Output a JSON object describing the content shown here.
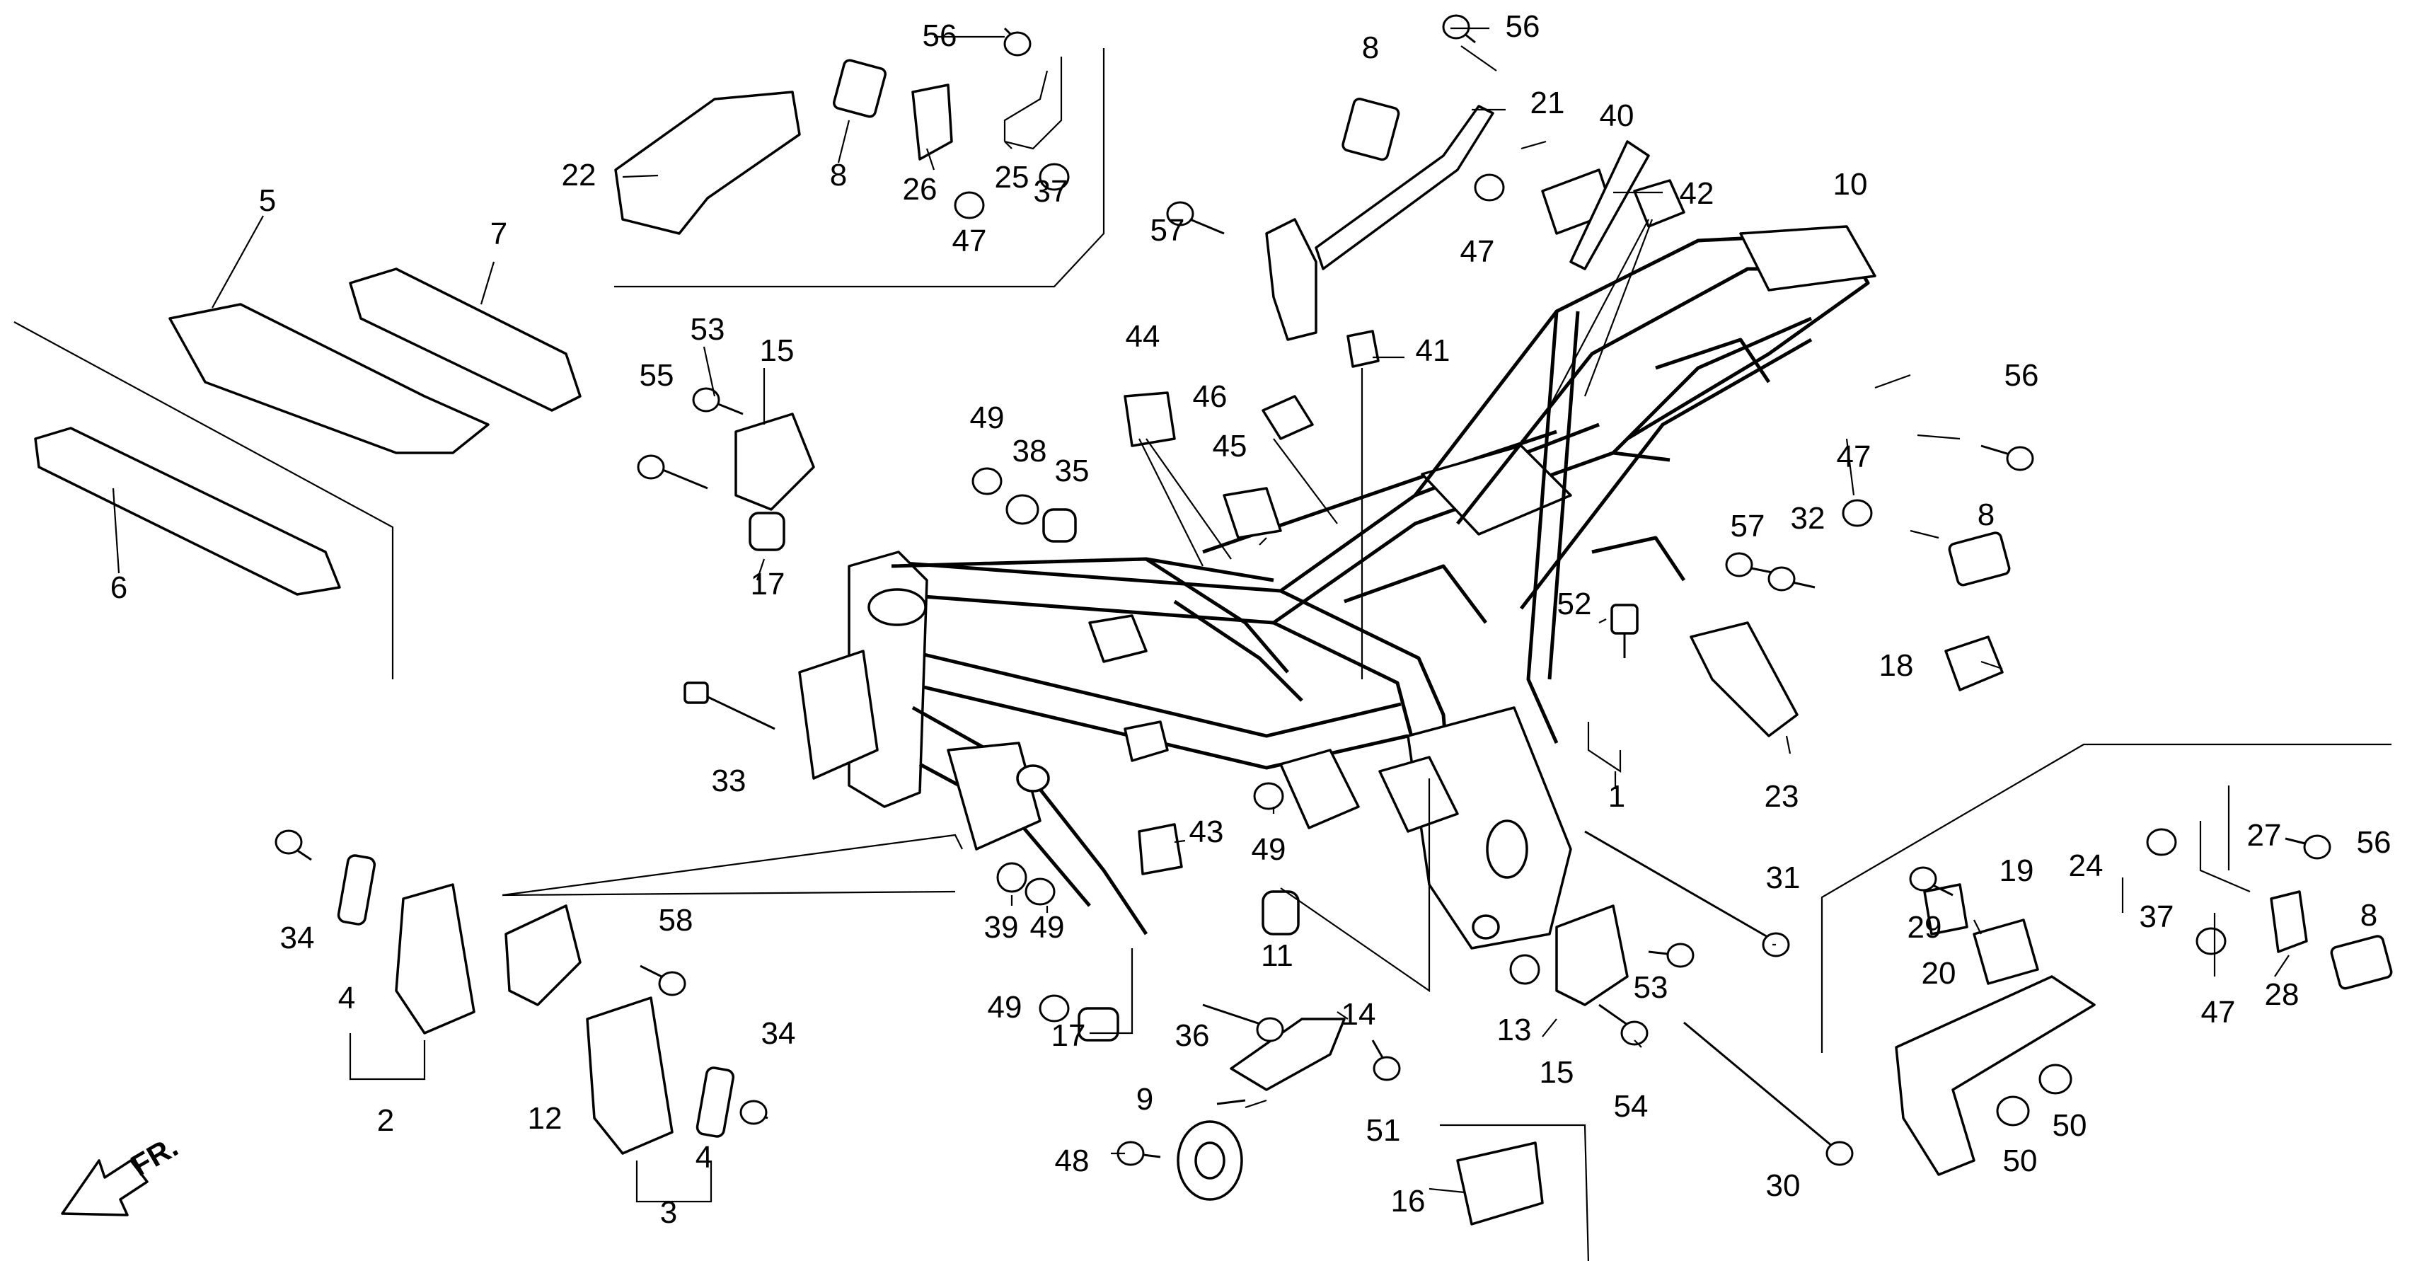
{
  "callouts": [
    {
      "id": "1",
      "text": "1"
    },
    {
      "id": "2",
      "text": "2"
    },
    {
      "id": "3",
      "text": "3"
    },
    {
      "id": "4a",
      "text": "4"
    },
    {
      "id": "4b",
      "text": "4"
    },
    {
      "id": "5",
      "text": "5"
    },
    {
      "id": "6",
      "text": "6"
    },
    {
      "id": "7",
      "text": "7"
    },
    {
      "id": "8a",
      "text": "8"
    },
    {
      "id": "8b",
      "text": "8"
    },
    {
      "id": "8c",
      "text": "8"
    },
    {
      "id": "8d",
      "text": "8"
    },
    {
      "id": "9",
      "text": "9"
    },
    {
      "id": "10",
      "text": "10"
    },
    {
      "id": "11",
      "text": "11"
    },
    {
      "id": "12",
      "text": "12"
    },
    {
      "id": "13",
      "text": "13"
    },
    {
      "id": "14",
      "text": "14"
    },
    {
      "id": "15a",
      "text": "15"
    },
    {
      "id": "15b",
      "text": "15"
    },
    {
      "id": "16",
      "text": "16"
    },
    {
      "id": "17a",
      "text": "17"
    },
    {
      "id": "17b",
      "text": "17"
    },
    {
      "id": "18",
      "text": "18"
    },
    {
      "id": "19",
      "text": "19"
    },
    {
      "id": "20",
      "text": "20"
    },
    {
      "id": "21",
      "text": "21"
    },
    {
      "id": "22",
      "text": "22"
    },
    {
      "id": "23",
      "text": "23"
    },
    {
      "id": "24",
      "text": "24"
    },
    {
      "id": "25",
      "text": "25"
    },
    {
      "id": "26",
      "text": "26"
    },
    {
      "id": "27",
      "text": "27"
    },
    {
      "id": "28",
      "text": "28"
    },
    {
      "id": "29",
      "text": "29"
    },
    {
      "id": "30",
      "text": "30"
    },
    {
      "id": "31",
      "text": "31"
    },
    {
      "id": "32",
      "text": "32"
    },
    {
      "id": "33",
      "text": "33"
    },
    {
      "id": "34a",
      "text": "34"
    },
    {
      "id": "34b",
      "text": "34"
    },
    {
      "id": "35",
      "text": "35"
    },
    {
      "id": "36",
      "text": "36"
    },
    {
      "id": "37a",
      "text": "37"
    },
    {
      "id": "37b",
      "text": "37"
    },
    {
      "id": "38",
      "text": "38"
    },
    {
      "id": "39",
      "text": "39"
    },
    {
      "id": "40",
      "text": "40"
    },
    {
      "id": "41",
      "text": "41"
    },
    {
      "id": "42",
      "text": "42"
    },
    {
      "id": "43",
      "text": "43"
    },
    {
      "id": "44",
      "text": "44"
    },
    {
      "id": "45",
      "text": "45"
    },
    {
      "id": "46",
      "text": "46"
    },
    {
      "id": "47a",
      "text": "47"
    },
    {
      "id": "47b",
      "text": "47"
    },
    {
      "id": "47c",
      "text": "47"
    },
    {
      "id": "47d",
      "text": "47"
    },
    {
      "id": "48",
      "text": "48"
    },
    {
      "id": "49a",
      "text": "49"
    },
    {
      "id": "49b",
      "text": "49"
    },
    {
      "id": "49c",
      "text": "49"
    },
    {
      "id": "49d",
      "text": "49"
    },
    {
      "id": "50a",
      "text": "50"
    },
    {
      "id": "50b",
      "text": "50"
    },
    {
      "id": "51",
      "text": "51"
    },
    {
      "id": "52",
      "text": "52"
    },
    {
      "id": "53a",
      "text": "53"
    },
    {
      "id": "53b",
      "text": "53"
    },
    {
      "id": "54",
      "text": "54"
    },
    {
      "id": "55",
      "text": "55"
    },
    {
      "id": "56a",
      "text": "56"
    },
    {
      "id": "56b",
      "text": "56"
    },
    {
      "id": "56c",
      "text": "56"
    },
    {
      "id": "56d",
      "text": "56"
    },
    {
      "id": "57a",
      "text": "57"
    },
    {
      "id": "57b",
      "text": "57"
    },
    {
      "id": "58",
      "text": "58"
    }
  ],
  "direction_label": "FR.",
  "colors": {
    "line": "#000000",
    "background": "#ffffff"
  }
}
